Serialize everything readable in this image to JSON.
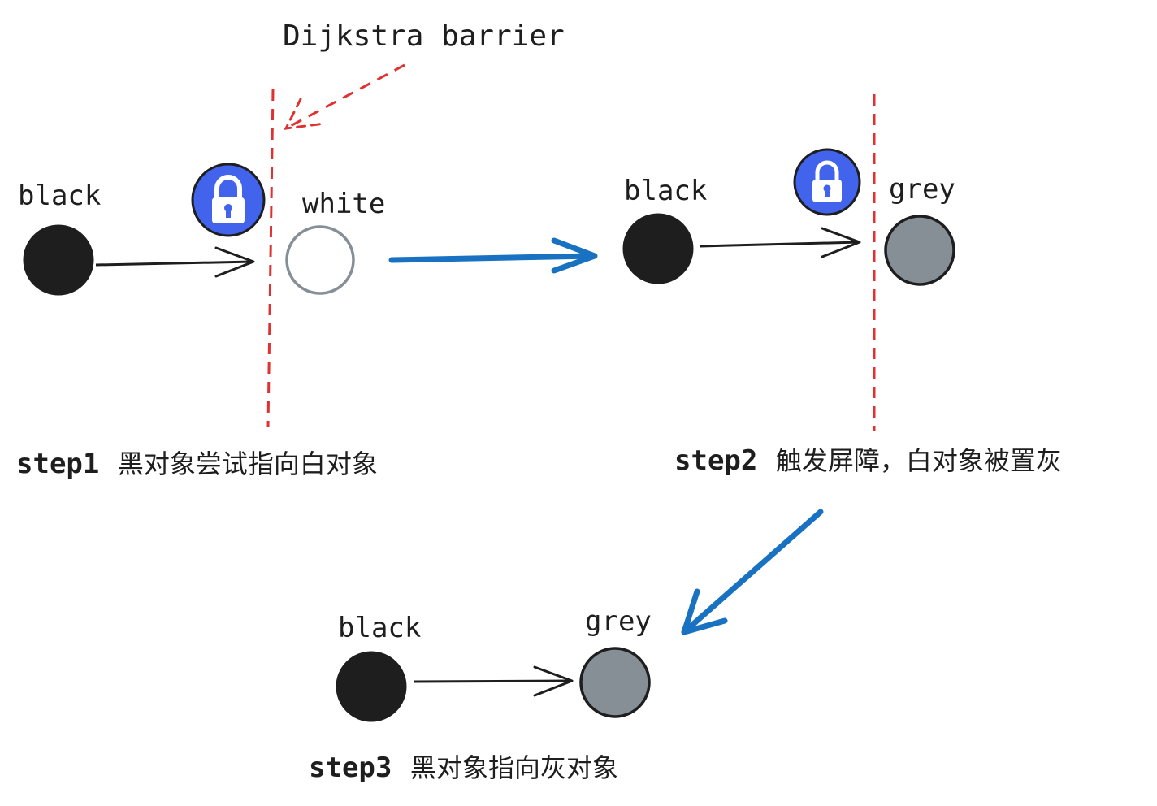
{
  "annotation": {
    "label": "Dijkstra barrier"
  },
  "step1": {
    "caption_step": "step1",
    "caption_text": "黑对象尝试指向白对象",
    "source_label": "black",
    "target_label": "white"
  },
  "step2": {
    "caption_step": "step2",
    "caption_text": "触发屏障，白对象被置灰",
    "source_label": "black",
    "target_label": "grey"
  },
  "step3": {
    "caption_step": "step3",
    "caption_text": "黑对象指向灰对象",
    "source_label": "black",
    "target_label": "grey"
  },
  "colors": {
    "black_node": "#1e1e1e",
    "white_node_stroke": "#868e96",
    "grey_node": "#868e96",
    "barrier": "#e03131",
    "flow_arrow": "#1971c2",
    "lock_badge": "#4263eb"
  },
  "icons": {
    "lock": "lock-icon"
  }
}
